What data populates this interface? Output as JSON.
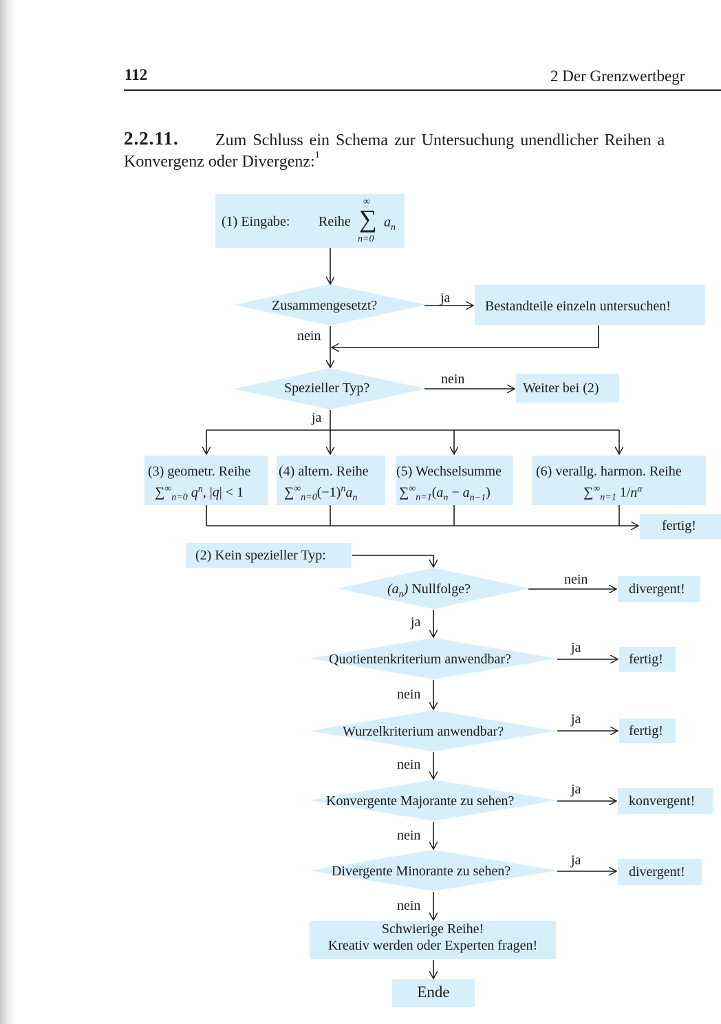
{
  "header": {
    "page_number": "112",
    "chapter": "2   Der Grenzwertbegr"
  },
  "section": {
    "number": "2.2.11.",
    "intro_line1": "Zum Schluss ein Schema zur Untersuchung unendlicher Reihen a",
    "intro_line2": "Konvergenz oder Divergenz:",
    "footnote_mark": "1"
  },
  "flow": {
    "input_label": "(1) Eingabe:",
    "input_reihe": "Reihe",
    "q_composite": "Zusammengesetzt?",
    "composite_action": "Bestandteile einzeln untersuchen!",
    "q_special": "Spezieller Typ?",
    "special_no_action": "Weiter bei (2)",
    "type3_title": "(3) geometr. Reihe",
    "type3_formula": "Σ∞n=0 qn, |q| < 1",
    "type4_title": "(4) altern. Reihe",
    "type4_formula": "Σ∞n=0 (−1)n an",
    "type5_title": "(5) Wechselsumme",
    "type5_formula": "Σ∞n=1 (an − an−1)",
    "type6_title": "(6) verallg. harmon. Reihe",
    "type6_formula": "Σ∞n=1 1/nα",
    "done": "fertig!",
    "not_special_label": "(2) Kein spezieller Typ:",
    "q_nullfolge": "(an) Nullfolge?",
    "divergent": "divergent!",
    "q_quotient": "Quotientenkriterium anwendbar?",
    "q_wurzel": "Wurzelkriterium anwendbar?",
    "q_majorante": "Konvergente Majorante zu sehen?",
    "convergent": "konvergent!",
    "q_minorante": "Divergente Minorante zu sehen?",
    "hard_line1": "Schwierige Reihe!",
    "hard_line2": "Kreativ werden oder Experten fragen!",
    "end": "Ende",
    "yes": "ja",
    "no": "nein"
  },
  "colors": {
    "box_fill": "#d7effb",
    "ink": "#1b1b1b"
  }
}
